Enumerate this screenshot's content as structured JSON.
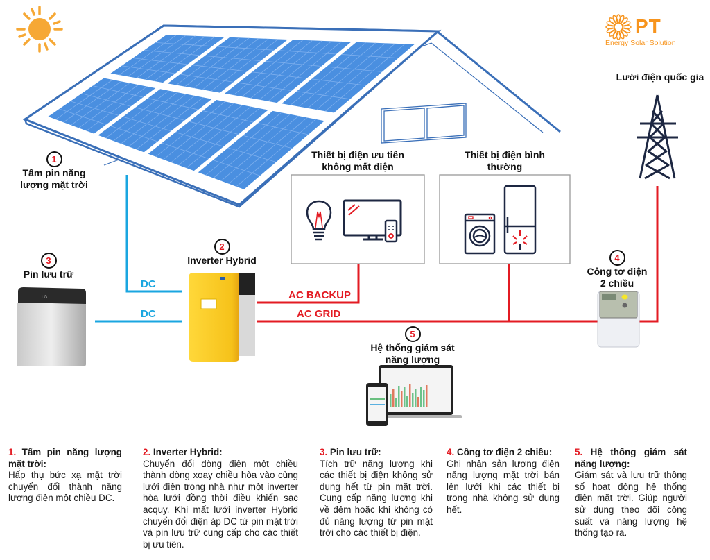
{
  "brand": {
    "name": "PT",
    "tagline": "Energy Solar Solution",
    "color": "#f7941d"
  },
  "colors": {
    "dc_wire": "#1aa6e0",
    "ac_wire": "#e31b23",
    "panel_blue": "#4a8fe0",
    "roof_outline": "#3a6fb8",
    "icon_navy": "#1d2742"
  },
  "grid": {
    "label": "Lưới điện quốc gia"
  },
  "components": [
    {
      "number": "1",
      "label_line1": "Tấm pin năng",
      "label_line2": "lượng mặt trời"
    },
    {
      "number": "2",
      "label_line1": "Inverter Hybrid",
      "label_line2": ""
    },
    {
      "number": "3",
      "label_line1": "Pin lưu trữ",
      "label_line2": ""
    },
    {
      "number": "4",
      "label_line1": "Công tơ điện",
      "label_line2": "2 chiều"
    },
    {
      "number": "5",
      "label_line1": "Hệ thống giám sát",
      "label_line2": "năng lượng"
    }
  ],
  "load_groups": [
    {
      "title_line1": "Thiết bị điện ưu tiên",
      "title_line2": "không mất điện",
      "icons": [
        "light-bulb",
        "tv-with-remote"
      ]
    },
    {
      "title_line1": "Thiết bị điện bình",
      "title_line2": "thường",
      "icons": [
        "washing-machine",
        "refrigerator"
      ]
    }
  ],
  "wires": {
    "dc_panel": "DC",
    "dc_battery": "DC",
    "ac_backup": "AC BACKUP",
    "ac_grid": "AC GRID"
  },
  "descriptions": [
    {
      "num": "1.",
      "title": "Tấm pin năng lượng mặt trời:",
      "body": "Hấp thụ bức xạ mặt trời chuyển đổi thành năng lượng điện một chiều DC."
    },
    {
      "num": "2.",
      "title": "Inverter Hybrid:",
      "body": "Chuyển đổi dòng điện một chiều thành dòng xoay chiều hòa vào cùng lưới điện trong nhà như một inverter hòa lưới đồng thời điều khiển sạc acquy. Khi mất lưới inverter Hybrid chuyển đổi điện áp DC từ pin mặt trời và pin lưu trữ cung cấp cho các thiết bị ưu tiên."
    },
    {
      "num": "3.",
      "title": "Pin lưu trữ:",
      "body": "Tích trữ năng lượng khi các thiết bị điện không sử dụng hết từ pin mặt trời. Cung cấp năng lượng khi về đêm hoặc khi không có đủ năng lượng từ pin mặt trời cho các thiết bị điện."
    },
    {
      "num": "4.",
      "title": "Công tơ điện 2 chiều:",
      "body": "Ghi nhận sản lượng điện năng lượng mặt trời bán lên lưới khi các thiết bị trong nhà không sử dụng hết."
    },
    {
      "num": "5.",
      "title": "Hệ thống giám sát năng lượng:",
      "body": "Giám sát và lưu trữ thông số hoạt động hệ thống điện mặt trời. Giúp người sử dụng theo dõi công suất và năng lượng hệ thống tạo ra."
    }
  ]
}
